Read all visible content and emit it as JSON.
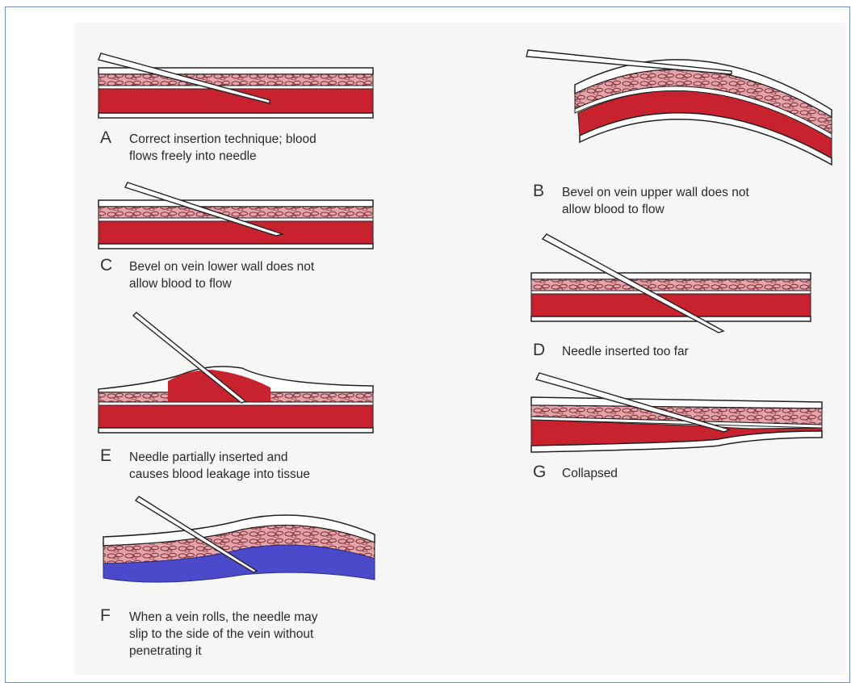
{
  "figure": {
    "colors": {
      "blood": "#c8222e",
      "blood_dark": "#a0141e",
      "vein_wall": "#d79aa0",
      "wall_cells": "#7a2a30",
      "deoxygenated": "#4a4acb",
      "tissue_pink": "#e3a5ab",
      "border": "#6f8fc6",
      "background": "#f6f6f4"
    },
    "panels": [
      {
        "letter": "A",
        "lines": [
          "Correct insertion technique; blood",
          "flows freely into needle"
        ]
      },
      {
        "letter": "B",
        "lines": [
          "Bevel on vein upper wall does not",
          "allow blood to flow"
        ]
      },
      {
        "letter": "C",
        "lines": [
          "Bevel on vein lower wall does not",
          "allow blood to flow"
        ]
      },
      {
        "letter": "D",
        "lines": [
          "Needle inserted too far"
        ]
      },
      {
        "letter": "E",
        "lines": [
          "Needle partially inserted and",
          "causes blood leakage into tissue"
        ]
      },
      {
        "letter": "F",
        "lines": [
          "When a vein rolls, the needle may",
          "slip to the side of the vein without",
          "penetrating it"
        ]
      },
      {
        "letter": "G",
        "lines": [
          "Collapsed"
        ]
      }
    ]
  }
}
